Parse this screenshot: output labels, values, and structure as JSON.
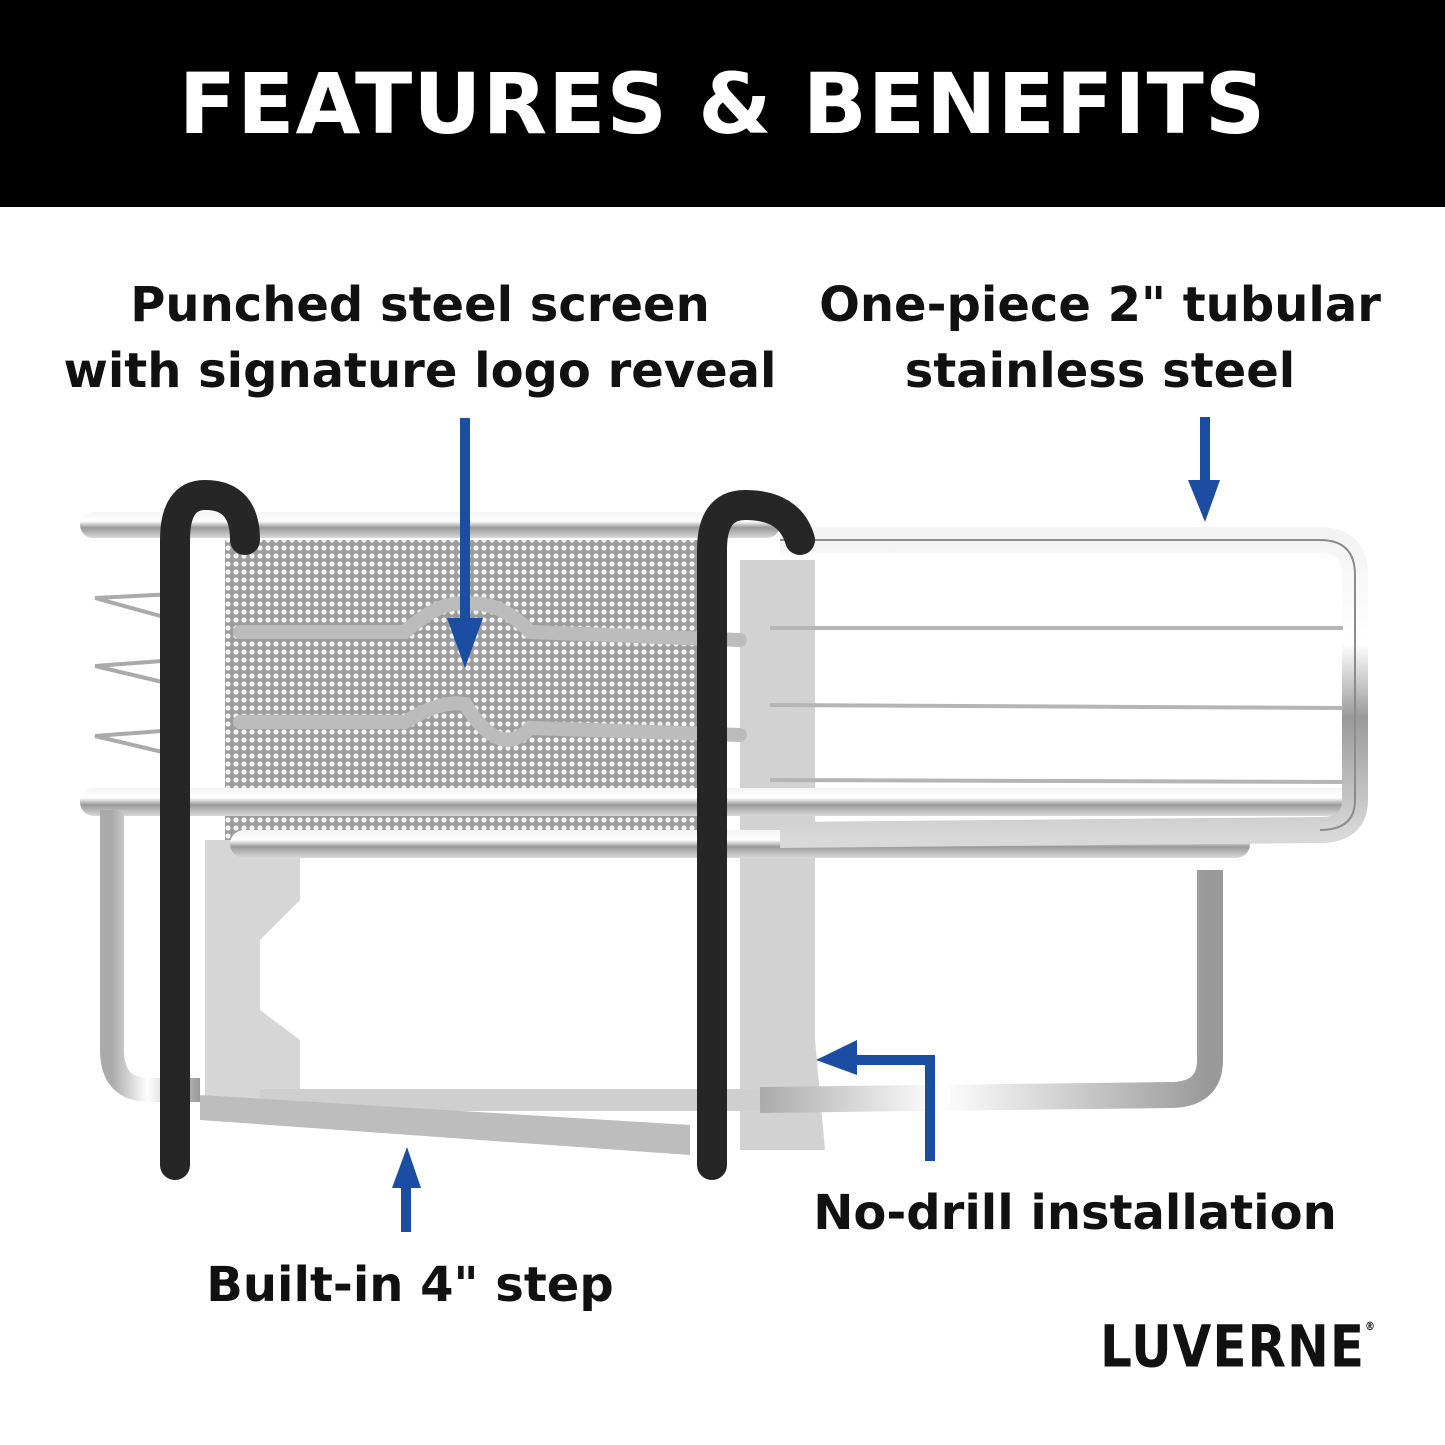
{
  "header": {
    "title": "FEATURES & BENEFITS"
  },
  "callouts": [
    {
      "line1": "Punched steel screen",
      "line2": "with signature logo reveal"
    },
    {
      "line1": "One-piece 2\" tubular",
      "line2": "stainless steel"
    },
    {
      "line1": "No-drill installation"
    },
    {
      "line1": "Built-in 4\" step"
    }
  ],
  "brand": {
    "name": "LUVERNE",
    "mark": "®"
  },
  "colors": {
    "arrow": "#1b4ea3",
    "header_bg": "#000000",
    "text": "#111111"
  }
}
